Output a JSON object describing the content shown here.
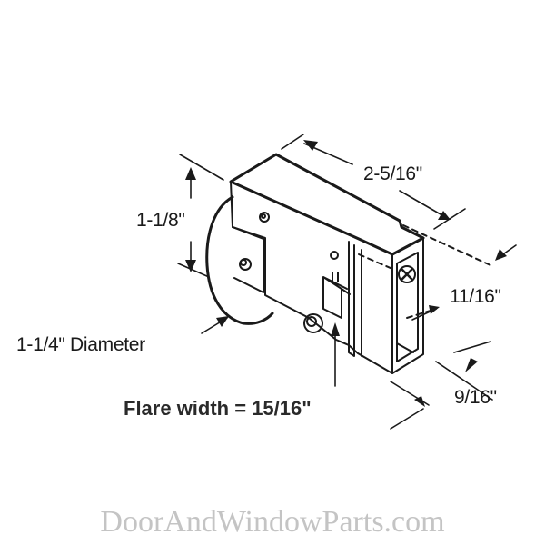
{
  "diagram": {
    "subject": "Sliding door roller assembly",
    "dimensions": {
      "length": "2-5/16\"",
      "height": "1-1/8\"",
      "wheel_diameter": "1-1/4\" Diameter",
      "end_height": "11/16\"",
      "end_width": "9/16\"",
      "flare_width": "Flare width = 15/16\""
    },
    "line_color": "#1a1a1a",
    "background": "#ffffff"
  },
  "watermark": {
    "text": "DoorAndWindowParts.com",
    "color": "#c4c4c4"
  }
}
